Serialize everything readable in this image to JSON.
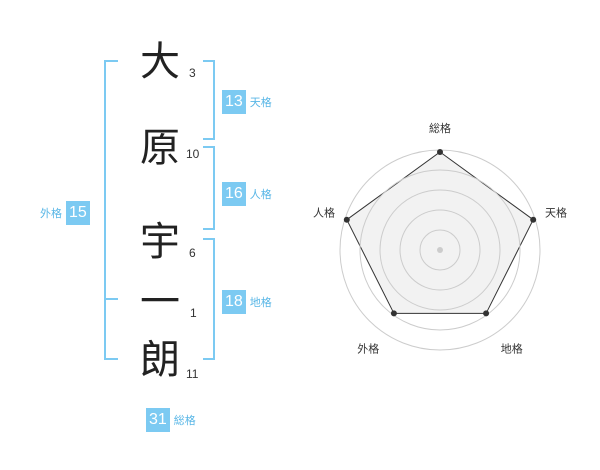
{
  "name": {
    "characters": [
      {
        "char": "大",
        "strokes": "3"
      },
      {
        "char": "原",
        "strokes": "10"
      },
      {
        "char": "宇",
        "strokes": "6"
      },
      {
        "char": "一",
        "strokes": "1"
      },
      {
        "char": "朗",
        "strokes": "11"
      }
    ]
  },
  "fortunes": {
    "tenkaku": {
      "value": "13",
      "label": "天格"
    },
    "jinkaku": {
      "value": "16",
      "label": "人格"
    },
    "chikaku": {
      "value": "18",
      "label": "地格"
    },
    "gaikaku": {
      "value": "15",
      "label": "外格"
    },
    "soukaku": {
      "value": "31",
      "label": "総格"
    }
  },
  "colors": {
    "accent": "#7ccaf2",
    "accent_text": "#58b6e6",
    "radar_fill": "#f2f2f2",
    "radar_ring": "#cccccc",
    "radar_line": "#333333"
  },
  "chart_data": {
    "type": "radar",
    "axes": [
      "総格",
      "天格",
      "地格",
      "外格",
      "人格"
    ],
    "values": [
      5,
      5,
      4,
      4,
      5
    ],
    "max": 5,
    "rings": 5
  }
}
